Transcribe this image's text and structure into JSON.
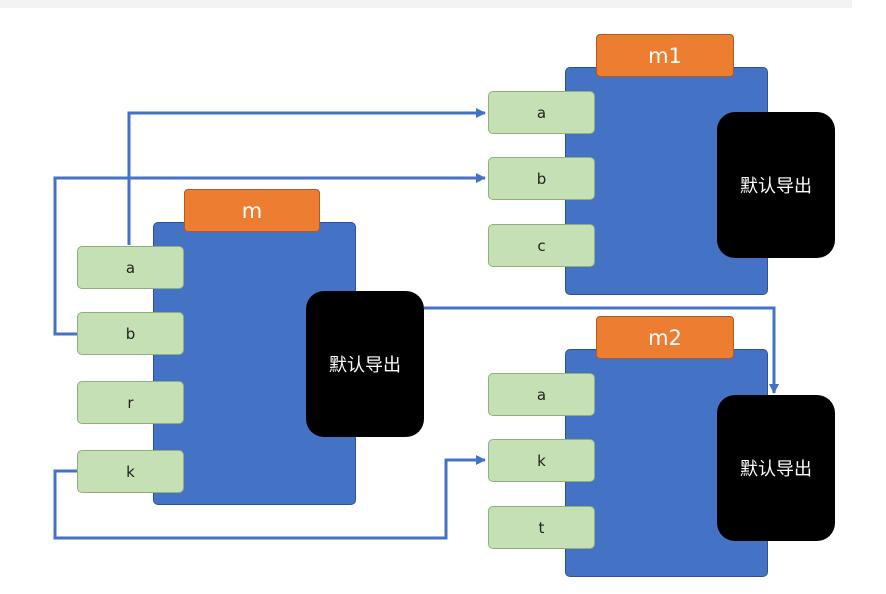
{
  "colors": {
    "module_fill": "#4472c4",
    "tag_fill": "#ed7d31",
    "field_fill": "#c5e0b4",
    "export_fill": "#000000",
    "wire": "#4472c4"
  },
  "modules": {
    "m": {
      "name": "m",
      "fields": [
        "a",
        "b",
        "r",
        "k"
      ],
      "export_label": "默认导出"
    },
    "m1": {
      "name": "m1",
      "fields": [
        "a",
        "b",
        "c"
      ],
      "export_label": "默认导出"
    },
    "m2": {
      "name": "m2",
      "fields": [
        "a",
        "k",
        "t"
      ],
      "export_label": "默认导出"
    }
  },
  "connections": [
    {
      "from": "m.a",
      "to": "m1.a"
    },
    {
      "from": "m.b",
      "to": "m1.b"
    },
    {
      "from": "m.k",
      "to": "m2.k"
    },
    {
      "from": "m.default_export",
      "to": "m2.default_export"
    }
  ]
}
